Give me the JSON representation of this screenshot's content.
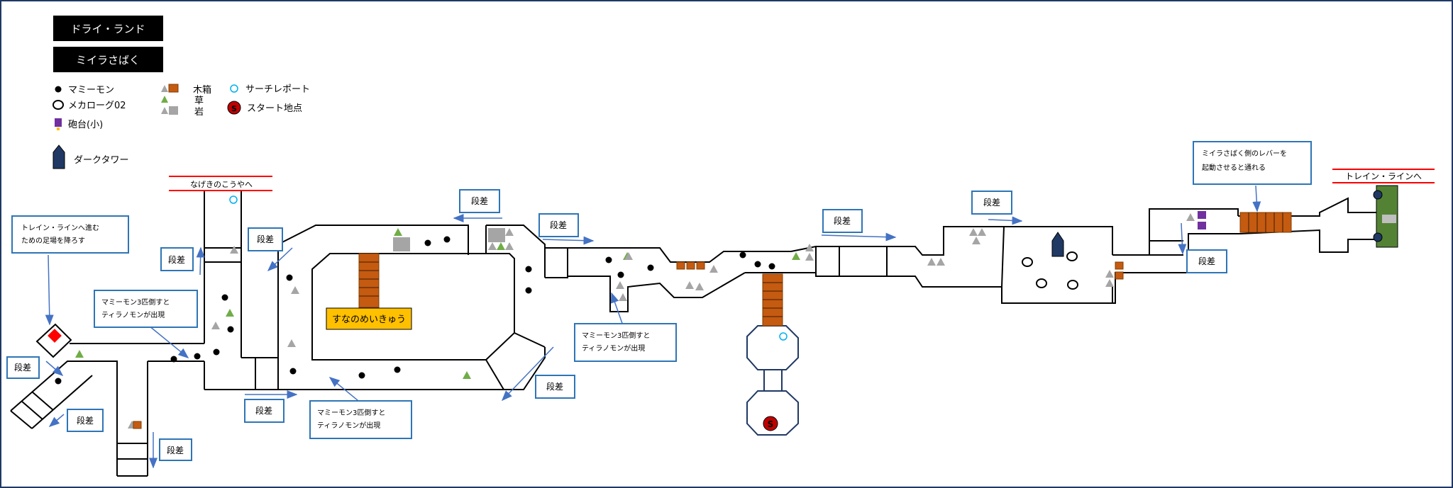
{
  "titles": {
    "area": "ドライ・ランド",
    "place": "ミイラさばく"
  },
  "legend": {
    "mummymon": "マミーモン",
    "mekanorimon": "メカローグ02",
    "cannon": "砲台(小)",
    "dark_tower": "ダークタワー",
    "box": "木箱",
    "grass": "草",
    "rock": "岩",
    "teleport": "サーチレポート",
    "start": "スタート地点"
  },
  "exits": {
    "nagekino": "なげきのこうやへ",
    "train_line": "トレイン・ラインへ"
  },
  "maze_label": "すなのめいきゅう",
  "step_label": "段差",
  "start_symbol": "S",
  "notes": {
    "switch_left_1": "トレイン・ラインへ進む",
    "switch_left_2": "ための足場を降ろす",
    "tyrano_1": "マミーモン3匹倒すと",
    "tyrano_2": "ティラノモンが出現",
    "lever_1": "ミイラさばく側のレバーを",
    "lever_2": "起動させると通れる"
  },
  "colors": {
    "border": "#1f3864",
    "note_border": "#2e75b6",
    "arrow": "#4472c4",
    "title_bg": "#000000",
    "exit_line": "#ff0000",
    "maze_bg": "#ffc000",
    "ladder": "#c55a11",
    "start": "#c00000",
    "grass": "#70ad47",
    "rock": "#a5a5a5",
    "cannon": "#7030a0",
    "tower": "#1f3864",
    "switch": "#ff0000",
    "green_gate": "#548235",
    "teleport": "#00b0f0"
  }
}
